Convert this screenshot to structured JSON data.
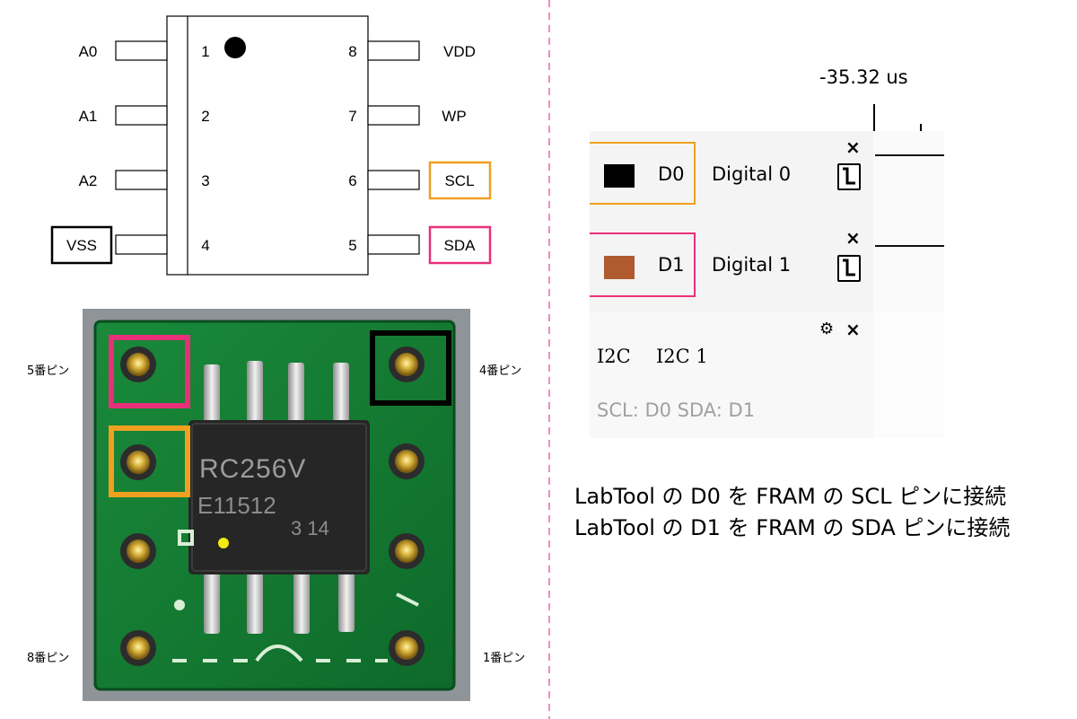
{
  "chip_diagram": {
    "left_pins": [
      {
        "name": "A0",
        "number": "1"
      },
      {
        "name": "A1",
        "number": "2"
      },
      {
        "name": "A2",
        "number": "3"
      },
      {
        "name": "VSS",
        "number": "4"
      }
    ],
    "right_pins": [
      {
        "name": "VDD",
        "number": "8"
      },
      {
        "name": "WP",
        "number": "7"
      },
      {
        "name": "SCL",
        "number": "6"
      },
      {
        "name": "SDA",
        "number": "5"
      }
    ]
  },
  "pcb_photo": {
    "chip_marking_line1": "RC256V",
    "chip_marking_line2": "E11512",
    "chip_marking_line3": "3 14",
    "labels": {
      "pin5": "5番ピン",
      "pin4": "4番ピン",
      "pin8": "8番ピン",
      "pin1": "1番ピン"
    }
  },
  "logic_analyzer": {
    "time_readout": "-35.32 us",
    "channels": [
      {
        "id": "D0",
        "name": "Digital 0",
        "color": "#000000",
        "trigger_icon": "falling-edge-trigger-icon",
        "close": "×"
      },
      {
        "id": "D1",
        "name": "Digital 1",
        "color": "#b05a30",
        "trigger_icon": "falling-edge-trigger-icon",
        "close": "×"
      }
    ],
    "bus": {
      "type": "I2C",
      "name": "I2C 1",
      "mapping": "SCL: D0 SDA: D1",
      "settings_icon": "gear-icon",
      "close": "×"
    }
  },
  "captions": {
    "line1": "LabTool の D0 を FRAM の SCL ピンに接続",
    "line2": "LabTool の D1 を FRAM の SDA ピンに接続"
  },
  "colors": {
    "scl_highlight": "#f0a020",
    "sda_highlight": "#e8307a",
    "vss_highlight": "#000000",
    "divider": "#f08ac8"
  }
}
